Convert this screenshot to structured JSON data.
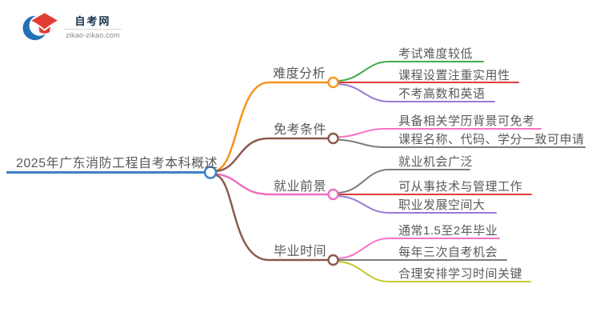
{
  "logo": {
    "site_name": "自考网",
    "site_url": "zikao-zikao.com",
    "icon": "graduation-cap-icon",
    "icon_colors": {
      "crescent_blue": "#2270b5",
      "cap_red": "#e23d35"
    }
  },
  "root": {
    "label": "2025年广东消防工程自考本科概述",
    "color": "#3f81c5"
  },
  "branches": [
    {
      "label": "难度分析",
      "color": "#f7941e",
      "children": [
        {
          "label": "考试难度较低",
          "color": "#44ab4a"
        },
        {
          "label": "课程设置注重实用性",
          "color": "#e23b3b"
        },
        {
          "label": "不考高数和英语",
          "color": "#9b79d6"
        }
      ]
    },
    {
      "label": "免考条件",
      "color": "#8a5a50",
      "children": [
        {
          "label": "具备相关学历背景可免考",
          "color": "#f573c3"
        },
        {
          "label": "课程名称、代码、学分一致可申请",
          "color": "#7d7d7d"
        }
      ]
    },
    {
      "label": "就业前景",
      "color": "#ef6ec1",
      "children": [
        {
          "label": "就业机会广泛",
          "color": "#7d7d7d"
        },
        {
          "label": "可从事技术与管理工作",
          "color": "#e23b3b"
        },
        {
          "label": "职业发展空间大",
          "color": "#9b79d6"
        }
      ]
    },
    {
      "label": "毕业时间",
      "color": "#8a5a50",
      "children": [
        {
          "label": "通常1.5至2年毕业",
          "color": "#f573c3"
        },
        {
          "label": "每年三次自考机会",
          "color": "#7d7d7d"
        },
        {
          "label": "合理安排学习时间关键",
          "color": "#c8c62e"
        }
      ]
    }
  ]
}
